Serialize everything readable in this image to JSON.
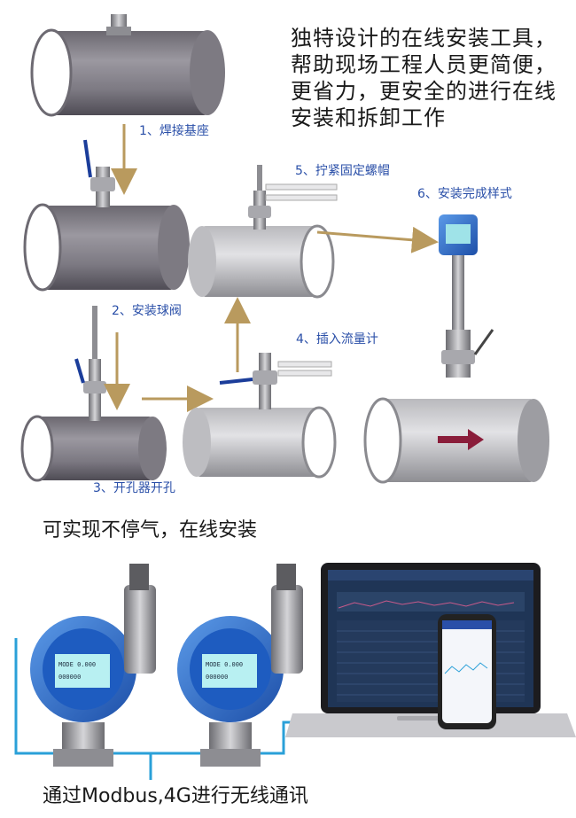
{
  "intro_text": "独特设计的在线安装工具， 帮助现场工程人员更简便， 更省力，更安全的进行在线安装和拆卸工作",
  "steps": [
    {
      "label": "1、焊接基座"
    },
    {
      "label": "2、安装球阀"
    },
    {
      "label": "3、开孔器开孔"
    },
    {
      "label": "4、插入流量计"
    },
    {
      "label": "5、拧紧固定螺帽"
    },
    {
      "label": "6、安装完成样式"
    }
  ],
  "caption_install": "可实现不停气，在线安装",
  "caption_comm": "通过Modbus,4G进行无线通讯",
  "colors": {
    "step_label": "#2a4fa8",
    "arrow_gold": "#b99a5e",
    "meter_blue": "#2f6fd0",
    "wire": "#2aa0d8",
    "flow_arrow": "#8a1d3a"
  },
  "icons": [
    "pipe-icon",
    "ball-valve-icon",
    "flowmeter-icon",
    "laptop-icon",
    "smartphone-icon"
  ]
}
